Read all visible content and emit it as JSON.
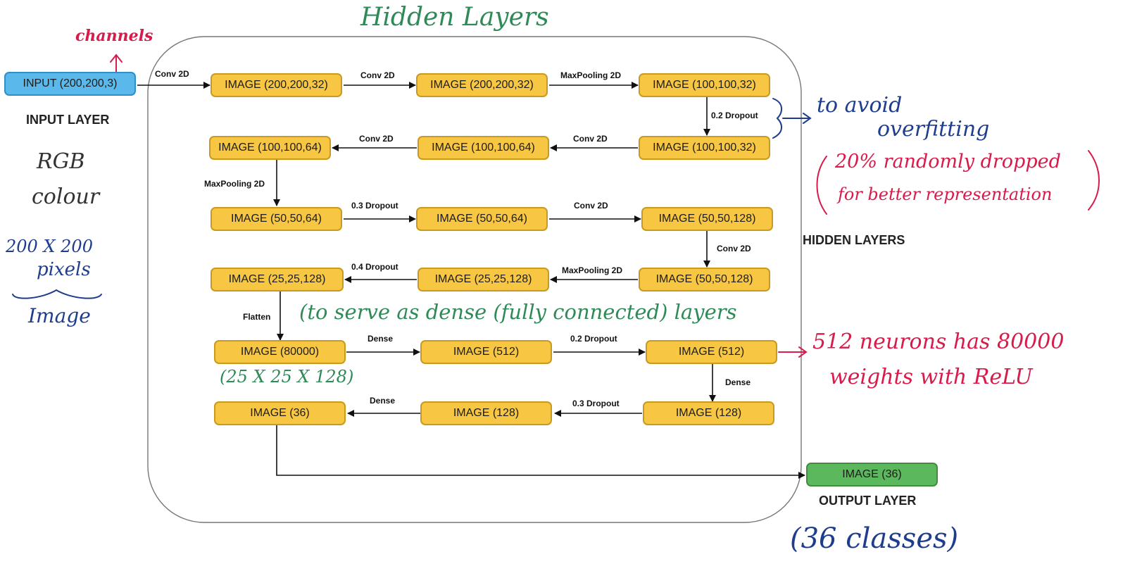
{
  "diagram": {
    "input_node": {
      "label": "INPUT (200,200,3)"
    },
    "output_node": {
      "label": "IMAGE (36)"
    },
    "layer_labels": {
      "input": "INPUT LAYER",
      "hidden": "HIDDEN LAYERS",
      "output": "OUTPUT LAYER"
    },
    "rows": [
      [
        "IMAGE (200,200,32)",
        "IMAGE (200,200,32)",
        "IMAGE (100,100,32)"
      ],
      [
        "IMAGE (100,100,64)",
        "IMAGE (100,100,64)",
        "IMAGE (100,100,32)"
      ],
      [
        "IMAGE (50,50,64)",
        "IMAGE (50,50,64)",
        "IMAGE (50,50,128)"
      ],
      [
        "IMAGE (25,25,128)",
        "IMAGE (25,25,128)",
        "IMAGE (50,50,128)"
      ],
      [
        "IMAGE (80000)",
        "IMAGE (512)",
        "IMAGE (512)"
      ],
      [
        "IMAGE (36)",
        "IMAGE (128)",
        "IMAGE (128)"
      ]
    ],
    "edge_labels": {
      "input_to_r0": "Conv 2D",
      "r0_a": "Conv 2D",
      "r0_b": "MaxPooling 2D",
      "r0_down": "0.2 Dropout",
      "r1_a": "Conv 2D",
      "r1_b": "Conv 2D",
      "r1_down": "MaxPooling 2D",
      "r2_a": "0.3 Dropout",
      "r2_b": "Conv 2D",
      "r2_down": "Conv 2D",
      "r3_a": "MaxPooling 2D",
      "r3_b": "0.4 Dropout",
      "r3_down": "Flatten",
      "r4_a": "Dense",
      "r4_b": "0.2 Dropout",
      "r4_down": "Dense",
      "r5_a": "0.3 Dropout",
      "r5_b": "Dense"
    },
    "annotations": {
      "hidden_layers_title": "Hidden Layers",
      "channels": "channels",
      "rgb": "RGB",
      "colour": "colour",
      "pixels_line1": "200 X 200",
      "pixels_line2": "pixels",
      "image": "Image",
      "avoid_line1": "to avoid",
      "avoid_line2": "overfitting",
      "dropped_line1": "20% randomly dropped",
      "dropped_line2": "for better representation",
      "dense_note": "(to serve as dense (fully connected) layers",
      "flatten_dims": "(25 X 25 X 128)",
      "neurons_line1": "512 neurons has 80000",
      "neurons_line2": "weights with ReLU",
      "classes": "(36 classes)"
    },
    "colors": {
      "hidden_node": "#f7c642",
      "input_node": "#5ab8ea",
      "output_node": "#5cb85c",
      "annotation_green": "#2e8b57",
      "annotation_blue": "#1f3d8f",
      "annotation_red": "#d81b4a"
    }
  }
}
